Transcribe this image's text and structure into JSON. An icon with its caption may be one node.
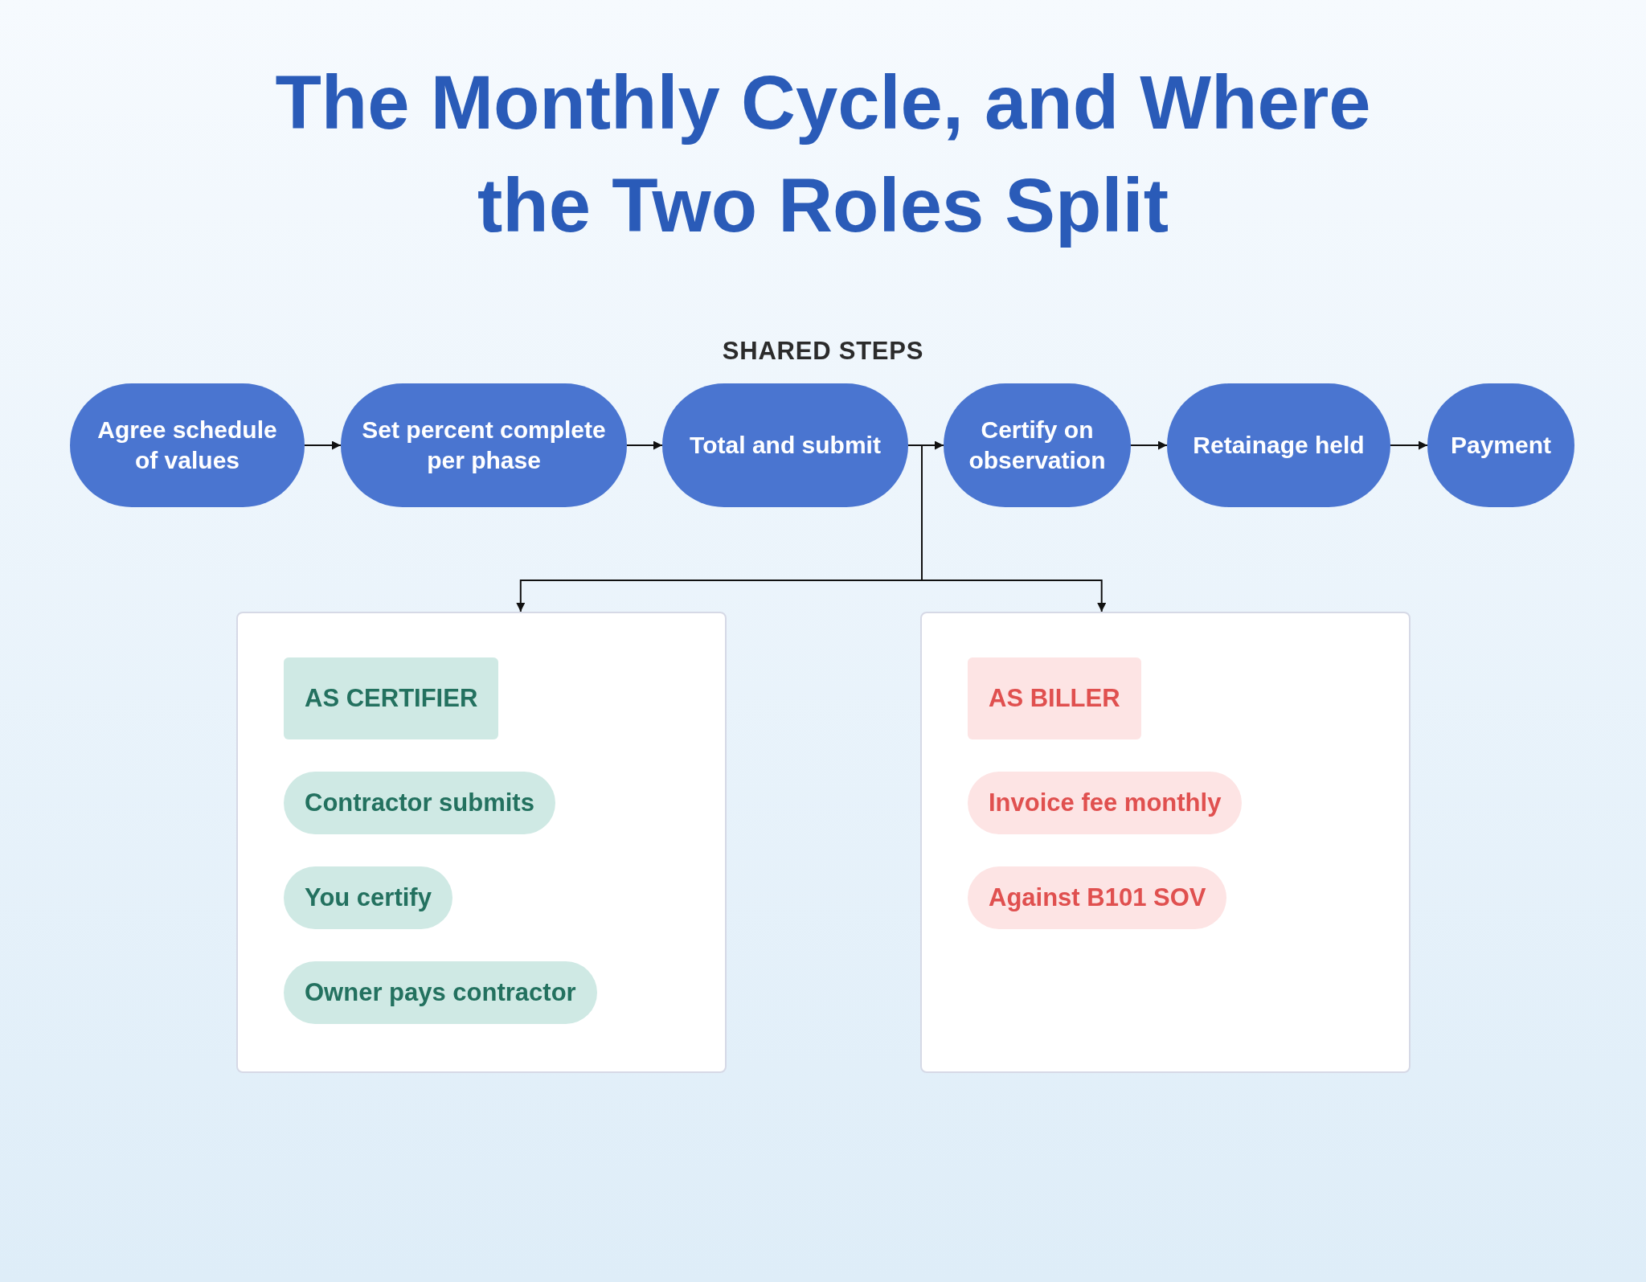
{
  "diagram": {
    "title": "The Monthly Cycle, and Where the Two Roles Split",
    "nodes": [
      {
        "text": [
          "Agree schedule of values"
        ]
      },
      {
        "text": [
          "Set percent complete per phase"
        ]
      },
      {
        "text": [
          "Total and submit"
        ]
      },
      {
        "text": [
          "Certify on observation"
        ]
      },
      {
        "text": [
          "Retainage held"
        ]
      },
      {
        "text": [
          "Payment"
        ]
      },
      {
        "text": [],
        "shape": "box"
      },
      {
        "text": [
          "AS CERTIFIER"
        ],
        "in": 6
      },
      {
        "text": [
          "Contractor submits"
        ],
        "in": 6
      },
      {
        "text": [
          "You certify"
        ],
        "in": 6
      },
      {
        "text": [
          "Owner pays contractor"
        ],
        "in": 6
      },
      {
        "text": [],
        "shape": "box"
      },
      {
        "text": [
          "AS BILLER"
        ],
        "in": 11
      },
      {
        "text": [
          "Invoice fee monthly"
        ],
        "in": 11
      },
      {
        "text": [
          "Against B101 SOV"
        ],
        "in": 11
      }
    ],
    "edges": [
      {
        "from": 0,
        "to": 1,
        "arrow": "to"
      },
      {
        "from": 1,
        "to": 2,
        "arrow": "to"
      },
      {
        "from": 2,
        "to": 3,
        "arrow": "to"
      },
      {
        "from": 3,
        "to": 4,
        "arrow": "to"
      },
      {
        "from": 4,
        "to": 5,
        "arrow": "to"
      },
      {
        "from": 2,
        "to": 6,
        "arrow": "to"
      },
      {
        "from": 2,
        "to": 11,
        "arrow": "to"
      }
    ],
    "labels": [
      "SHARED STEPS"
    ]
  }
}
